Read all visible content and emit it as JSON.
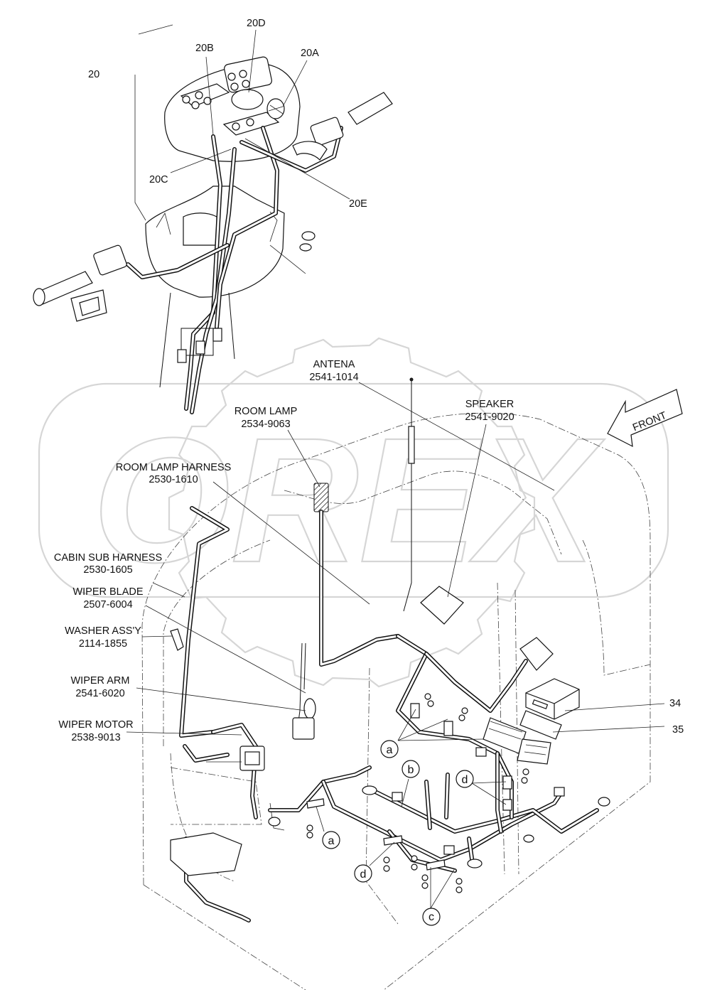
{
  "watermark": {
    "text": "OREX",
    "color": "#d6d6d6"
  },
  "front_arrow": {
    "label": "FRONT"
  },
  "parts": [
    {
      "key": "antena",
      "name": "ANTENA",
      "code": "2541-1014"
    },
    {
      "key": "speaker",
      "name": "SPEAKER",
      "code": "2541-9020"
    },
    {
      "key": "room_lamp",
      "name": "ROOM LAMP",
      "code": "2534-9063"
    },
    {
      "key": "room_lamp_harness",
      "name": "ROOM LAMP HARNESS",
      "code": "2530-1610"
    },
    {
      "key": "cabin_sub_harness",
      "name": "CABIN SUB HARNESS",
      "code": "2530-1605"
    },
    {
      "key": "wiper_blade",
      "name": "WIPER BLADE",
      "code": "2507-6004"
    },
    {
      "key": "washer_assy",
      "name": "WASHER ASS'Y",
      "code": "2114-1855"
    },
    {
      "key": "wiper_arm",
      "name": "WIPER ARM",
      "code": "2541-6020"
    },
    {
      "key": "wiper_motor",
      "name": "WIPER MOTOR",
      "code": "2538-9013"
    }
  ],
  "ref_numbers": [
    "20",
    "20A",
    "20B",
    "20C",
    "20D",
    "20E",
    "34",
    "35"
  ],
  "circle_labels": {
    "a_top": "a",
    "a_bottom": "a",
    "b": "b",
    "c": "c",
    "d_right": "d",
    "d_left": "d"
  }
}
